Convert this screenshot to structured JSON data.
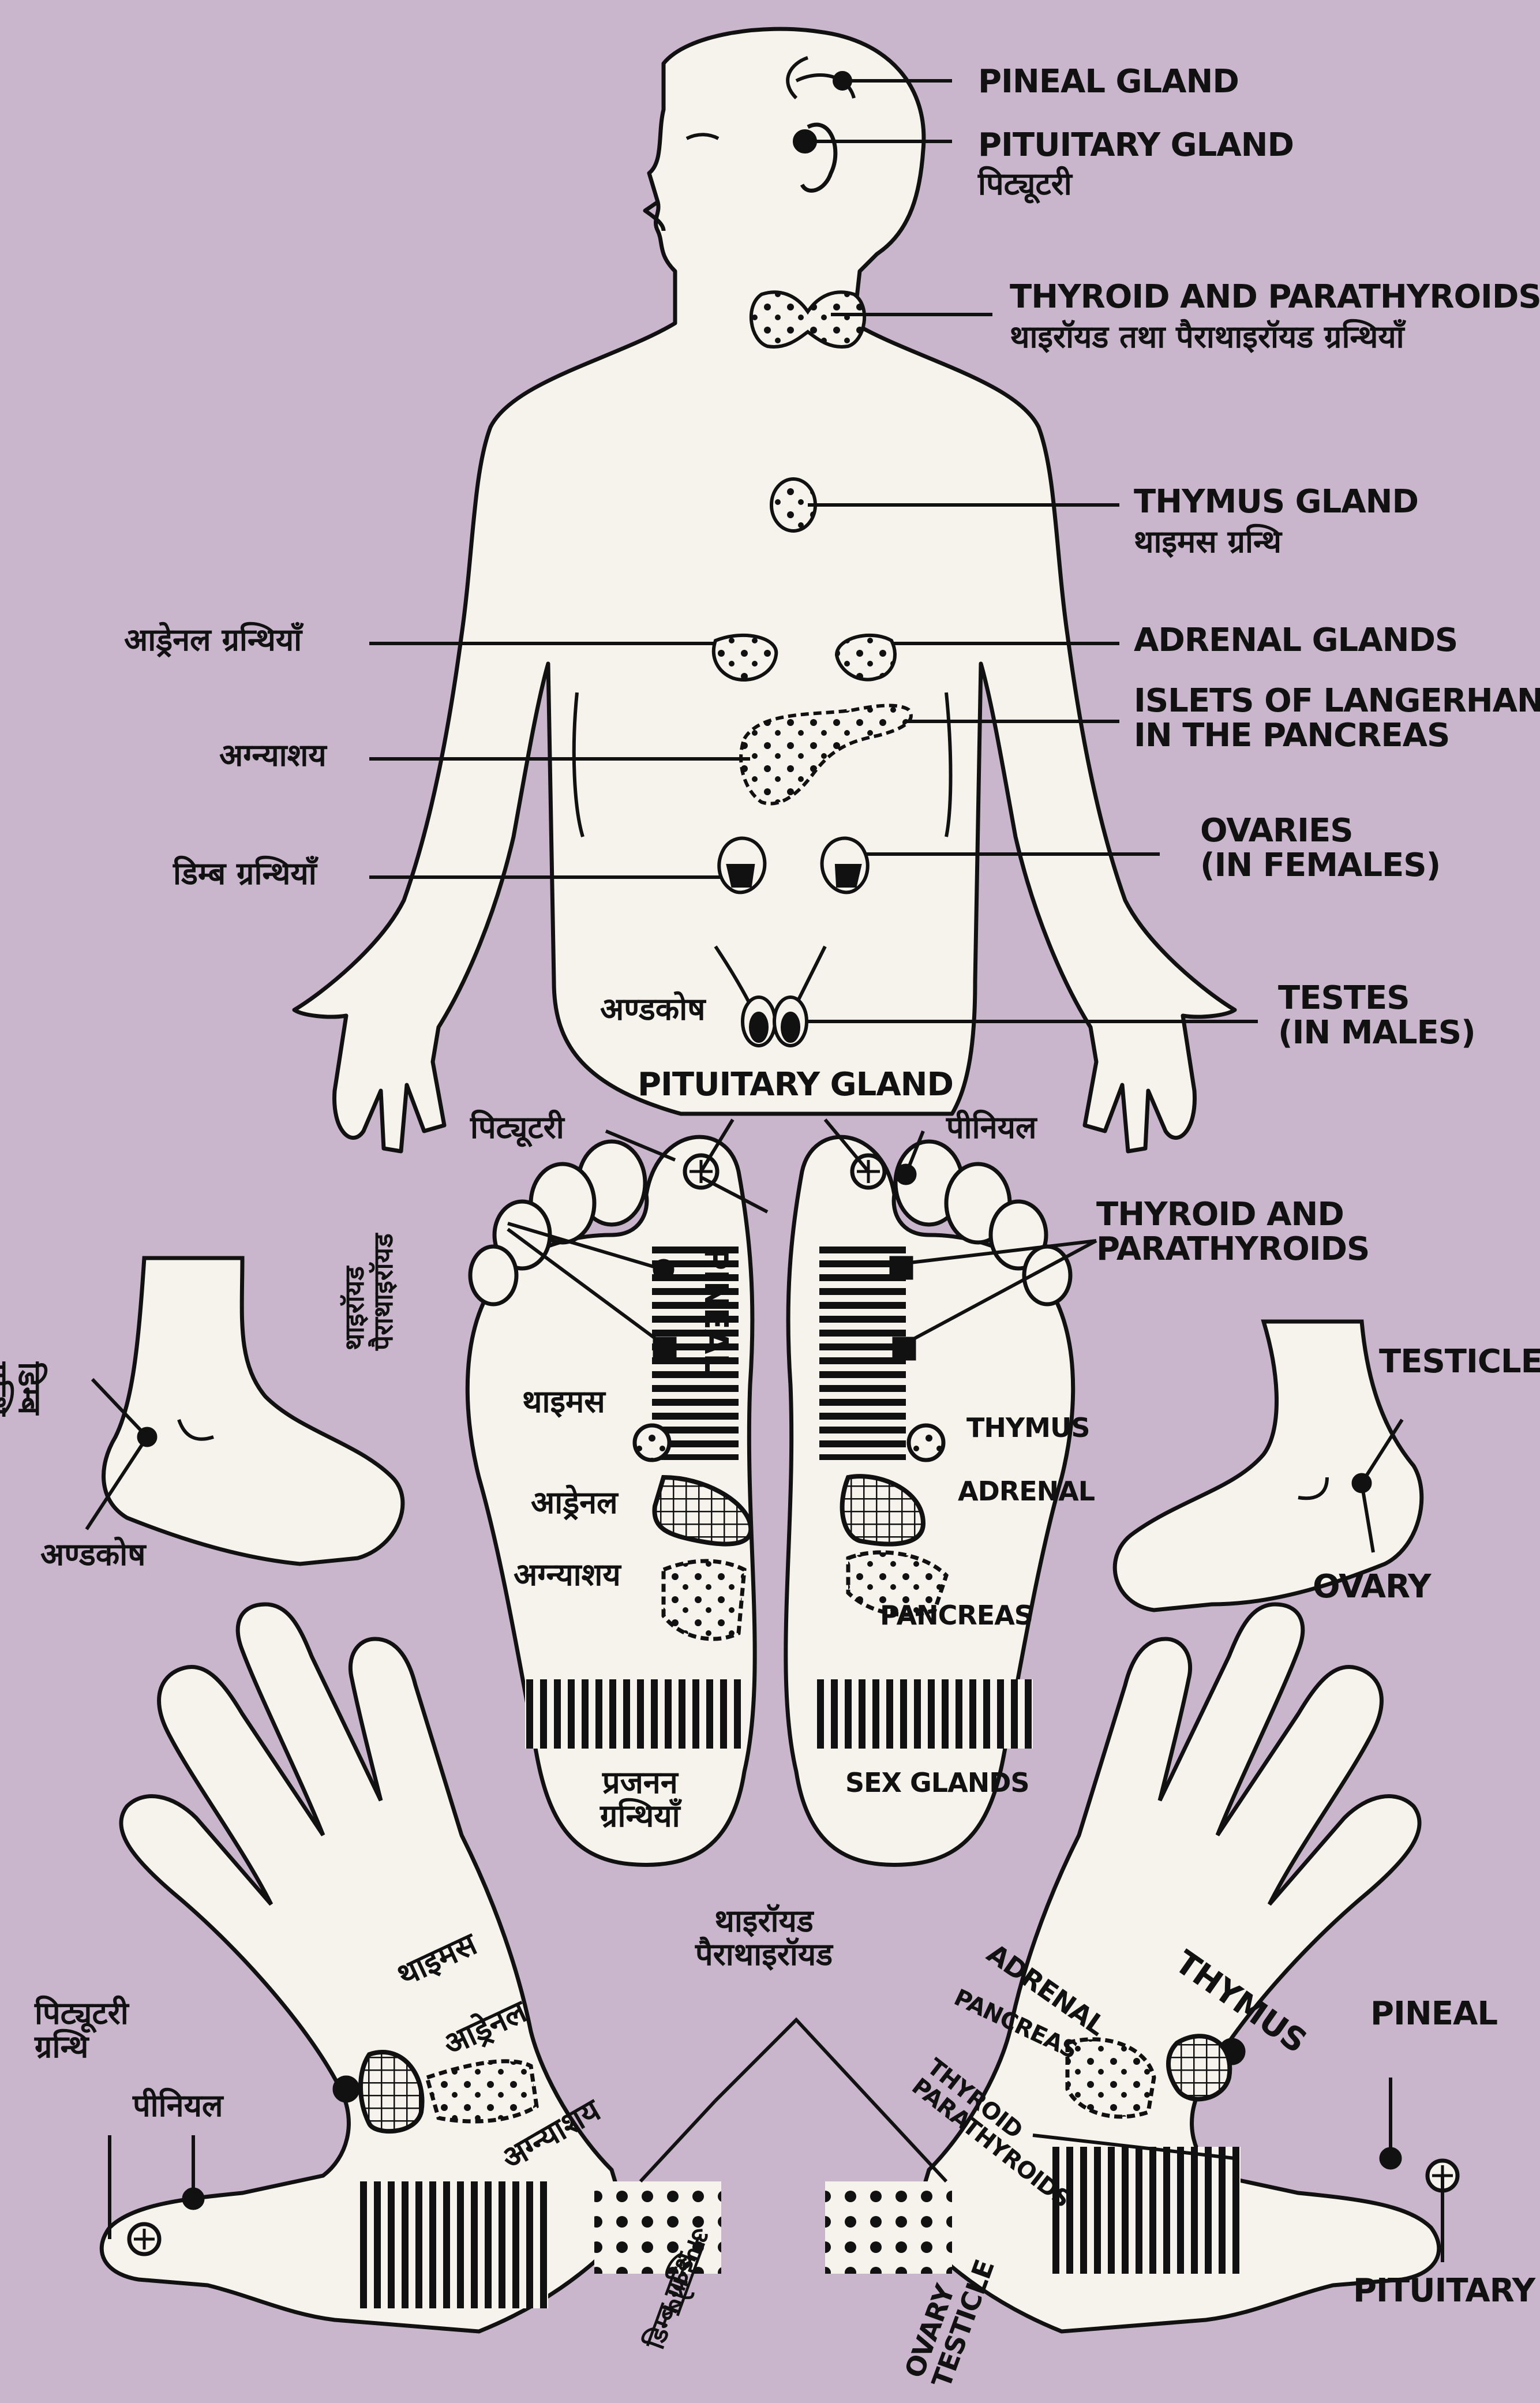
{
  "colors": {
    "background": "#c9b6cc",
    "body_fill": "#f6f2ec",
    "ink": "#111111"
  },
  "figure": {
    "body_labels": {
      "pineal": "PINEAL GLAND",
      "pituitary_en": "PITUITARY GLAND",
      "pituitary_hi": "पिट्यूटरी",
      "thyroid_en": "THYROID AND PARATHYROIDS",
      "thyroid_hi": "थाइरॉयड तथा पैराथाइरॉयड ग्रन्थियाँ",
      "thymus_en": "THYMUS GLAND",
      "thymus_hi": "थाइमस ग्रन्थि",
      "adrenal_en": "ADRENAL GLANDS",
      "adrenal_hi": "आड्रेनल ग्रन्थियाँ",
      "pancreas_en_1": "ISLETS OF LANGERHANS",
      "pancreas_en_2": "IN THE PANCREAS",
      "pancreas_hi": "अग्न्याशय",
      "ovaries_en_1": "OVARIES",
      "ovaries_en_2": "(IN FEMALES)",
      "ovaries_hi": "डिम्ब ग्रन्थियाँ",
      "testes_en_1": "TESTES",
      "testes_en_2": "(IN MALES)",
      "testes_hi": "अण्डकोष"
    },
    "feet_labels": {
      "pituitary_gland": "PITUITARY GLAND",
      "pituitary_hi": "पिट्यूटरी",
      "pineal_hi": "पीनियल",
      "pineal_en": "PINEAL",
      "thyroid_en_1": "THYROID AND",
      "thyroid_en_2": "PARATHYROIDS",
      "thyroid_hi_1": "थाइरॉयड",
      "thyroid_hi_2": "पैराथाइरॉयड",
      "left_thymus": "थाइमस",
      "left_adrenal": "आड्रेनल",
      "left_pancreas": "अग्न्याशय",
      "left_sex_1": "प्रजनन",
      "left_sex_2": "ग्रन्थियाँ",
      "right_thymus": "THYMUS",
      "right_adrenal": "ADRENAL",
      "right_pancreas": "PANCREAS",
      "right_sex": "SEX GLANDS"
    },
    "side_feet_labels": {
      "left_ovary_hi_1": "डिम्ब",
      "left_ovary_hi_2": "ग्रन्थि",
      "left_testes_hi": "अण्डकोष",
      "right_testicle": "TESTICLE",
      "right_ovary": "OVARY"
    },
    "hands_labels": {
      "thyroid_hi_1": "थाइरॉयड",
      "thyroid_hi_2": "पैराथाइरॉयड",
      "left_pituitary_1": "पिट्यूटरी",
      "left_pituitary_2": "ग्रन्थि",
      "left_pineal": "पीनियल",
      "left_thymus": "थाइमस",
      "left_adrenal": "आड्रेनल",
      "left_pancreas": "अग्न्याशय",
      "left_ovary_hi": "डिम्ब ग्रन्थि",
      "left_testes_hi": "अण्डकोष",
      "right_adrenal": "ADRENAL",
      "right_thymus": "THYMUS",
      "right_pancreas": "PANCREAS",
      "right_thyroid_1": "THYROID",
      "right_thyroid_2": "PARATHYROIDS",
      "right_pineal": "PINEAL",
      "right_pituitary": "PITUITARY",
      "right_ovary": "OVARY",
      "right_testicle": "TESTICLE"
    }
  }
}
